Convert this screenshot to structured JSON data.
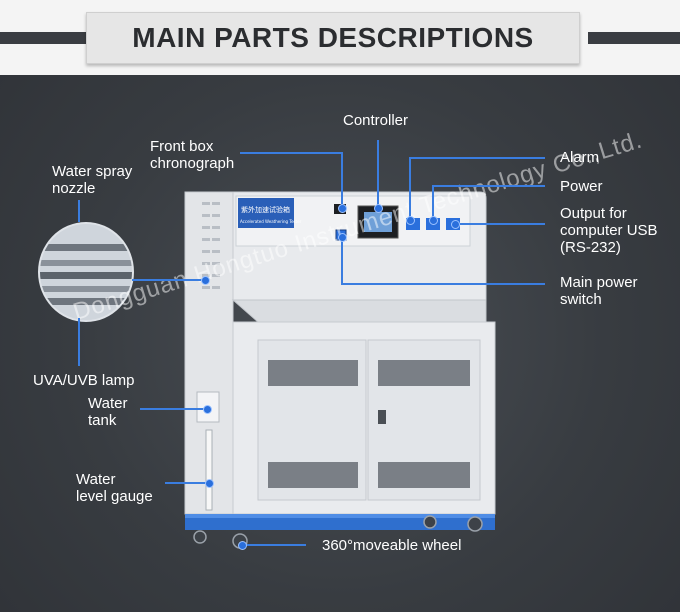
{
  "title": "MAIN PARTS DESCRIPTIONS",
  "labels": {
    "controller": "Controller",
    "front_box_chronograph": "Front box\nchronograph",
    "water_spray_nozzle": "Water spray\nnozzle",
    "alarm": "Alarm",
    "power": "Power",
    "output_usb": "Output for\ncomputer USB\n(RS-232)",
    "main_power_switch": "Main power\nswitch",
    "uva_uvb_lamp": "UVA/UVB lamp",
    "water_tank": "Water\ntank",
    "water_level_gauge": "Water\nlevel gauge",
    "moveable_wheel": "360°moveable wheel"
  },
  "panel": {
    "title_cn": "紫外加速试验箱",
    "title_en": "Accelerated Weathering Tester"
  },
  "watermark": "Dongguan Hongtuo Instrument Technology Co.,Ltd.",
  "colors": {
    "accent_line": "#3a7de0",
    "machine_body": "#e9ebee",
    "machine_base": "#2f6fce"
  }
}
